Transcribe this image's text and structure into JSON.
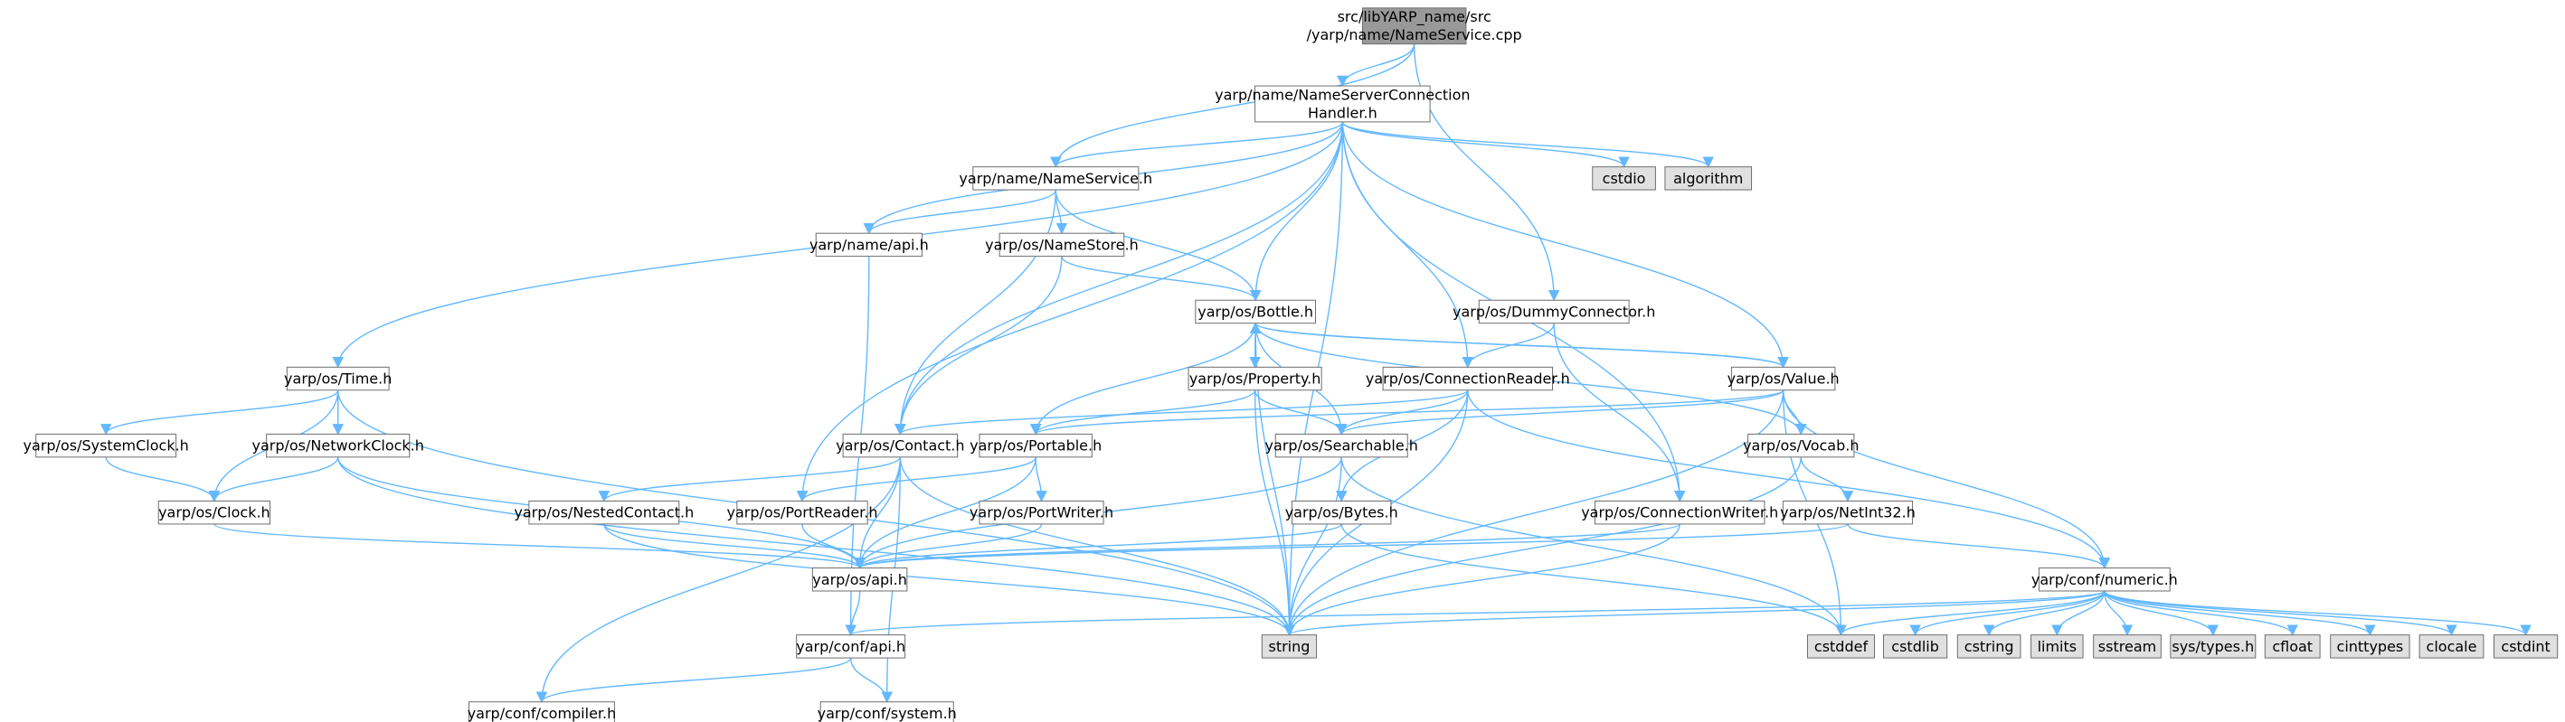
{
  "colors": {
    "root_fill": "#999999",
    "normal_fill": "#ffffff",
    "external_fill": "#e0e0e0",
    "border": "#666666",
    "edge": "#63b8ff"
  },
  "nodes": [
    {
      "id": "root",
      "lines": [
        "src/libYARP_name/src",
        "/yarp/name/NameService.cpp"
      ],
      "kind": "root"
    },
    {
      "id": "nsch",
      "lines": [
        "yarp/name/NameServerConnection",
        "Handler.h"
      ],
      "kind": "normal"
    },
    {
      "id": "ns",
      "lines": [
        "yarp/name/NameService.h"
      ],
      "kind": "normal"
    },
    {
      "id": "cstdio",
      "lines": [
        "cstdio"
      ],
      "kind": "external"
    },
    {
      "id": "algorithm",
      "lines": [
        "algorithm"
      ],
      "kind": "external"
    },
    {
      "id": "nameapi",
      "lines": [
        "yarp/name/api.h"
      ],
      "kind": "normal"
    },
    {
      "id": "namestore",
      "lines": [
        "yarp/os/NameStore.h"
      ],
      "kind": "normal"
    },
    {
      "id": "bottle",
      "lines": [
        "yarp/os/Bottle.h"
      ],
      "kind": "normal"
    },
    {
      "id": "dummy",
      "lines": [
        "yarp/os/DummyConnector.h"
      ],
      "kind": "normal"
    },
    {
      "id": "time",
      "lines": [
        "yarp/os/Time.h"
      ],
      "kind": "normal"
    },
    {
      "id": "property",
      "lines": [
        "yarp/os/Property.h"
      ],
      "kind": "normal"
    },
    {
      "id": "connreader",
      "lines": [
        "yarp/os/ConnectionReader.h"
      ],
      "kind": "normal"
    },
    {
      "id": "value",
      "lines": [
        "yarp/os/Value.h"
      ],
      "kind": "normal"
    },
    {
      "id": "sysclock",
      "lines": [
        "yarp/os/SystemClock.h"
      ],
      "kind": "normal"
    },
    {
      "id": "netclock",
      "lines": [
        "yarp/os/NetworkClock.h"
      ],
      "kind": "normal"
    },
    {
      "id": "contact",
      "lines": [
        "yarp/os/Contact.h"
      ],
      "kind": "normal"
    },
    {
      "id": "portable",
      "lines": [
        "yarp/os/Portable.h"
      ],
      "kind": "normal"
    },
    {
      "id": "searchable",
      "lines": [
        "yarp/os/Searchable.h"
      ],
      "kind": "normal"
    },
    {
      "id": "vocab",
      "lines": [
        "yarp/os/Vocab.h"
      ],
      "kind": "normal"
    },
    {
      "id": "clock",
      "lines": [
        "yarp/os/Clock.h"
      ],
      "kind": "normal"
    },
    {
      "id": "nested",
      "lines": [
        "yarp/os/NestedContact.h"
      ],
      "kind": "normal"
    },
    {
      "id": "portreader",
      "lines": [
        "yarp/os/PortReader.h"
      ],
      "kind": "normal"
    },
    {
      "id": "portwriter",
      "lines": [
        "yarp/os/PortWriter.h"
      ],
      "kind": "normal"
    },
    {
      "id": "bytes",
      "lines": [
        "yarp/os/Bytes.h"
      ],
      "kind": "normal"
    },
    {
      "id": "connwriter",
      "lines": [
        "yarp/os/ConnectionWriter.h"
      ],
      "kind": "normal"
    },
    {
      "id": "netint",
      "lines": [
        "yarp/os/NetInt32.h"
      ],
      "kind": "normal"
    },
    {
      "id": "osapi",
      "lines": [
        "yarp/os/api.h"
      ],
      "kind": "normal"
    },
    {
      "id": "numeric",
      "lines": [
        "yarp/conf/numeric.h"
      ],
      "kind": "normal"
    },
    {
      "id": "confapi",
      "lines": [
        "yarp/conf/api.h"
      ],
      "kind": "normal"
    },
    {
      "id": "string",
      "lines": [
        "string"
      ],
      "kind": "external"
    },
    {
      "id": "cstddef",
      "lines": [
        "cstddef"
      ],
      "kind": "external"
    },
    {
      "id": "cstdlib",
      "lines": [
        "cstdlib"
      ],
      "kind": "external"
    },
    {
      "id": "cstring",
      "lines": [
        "cstring"
      ],
      "kind": "external"
    },
    {
      "id": "limits",
      "lines": [
        "limits"
      ],
      "kind": "external"
    },
    {
      "id": "sstream",
      "lines": [
        "sstream"
      ],
      "kind": "external"
    },
    {
      "id": "systypes",
      "lines": [
        "sys/types.h"
      ],
      "kind": "external"
    },
    {
      "id": "cfloat",
      "lines": [
        "cfloat"
      ],
      "kind": "external"
    },
    {
      "id": "cinttypes",
      "lines": [
        "cinttypes"
      ],
      "kind": "external"
    },
    {
      "id": "clocale",
      "lines": [
        "clocale"
      ],
      "kind": "external"
    },
    {
      "id": "cstdint",
      "lines": [
        "cstdint"
      ],
      "kind": "external"
    },
    {
      "id": "compiler",
      "lines": [
        "yarp/conf/compiler.h"
      ],
      "kind": "normal"
    },
    {
      "id": "system",
      "lines": [
        "yarp/conf/system.h"
      ],
      "kind": "normal"
    }
  ],
  "edges": [
    [
      "root",
      "nsch"
    ],
    [
      "root",
      "ns"
    ],
    [
      "root",
      "dummy"
    ],
    [
      "nsch",
      "ns"
    ],
    [
      "nsch",
      "cstdio"
    ],
    [
      "nsch",
      "algorithm"
    ],
    [
      "nsch",
      "nameapi"
    ],
    [
      "nsch",
      "bottle"
    ],
    [
      "nsch",
      "time"
    ],
    [
      "nsch",
      "connreader"
    ],
    [
      "nsch",
      "value"
    ],
    [
      "nsch",
      "contact"
    ],
    [
      "nsch",
      "portreader"
    ],
    [
      "nsch",
      "connwriter"
    ],
    [
      "nsch",
      "string"
    ],
    [
      "ns",
      "nameapi"
    ],
    [
      "ns",
      "namestore"
    ],
    [
      "ns",
      "bottle"
    ],
    [
      "ns",
      "contact"
    ],
    [
      "nameapi",
      "confapi"
    ],
    [
      "namestore",
      "bottle"
    ],
    [
      "namestore",
      "contact"
    ],
    [
      "bottle",
      "property"
    ],
    [
      "bottle",
      "value"
    ],
    [
      "bottle",
      "portable"
    ],
    [
      "bottle",
      "searchable"
    ],
    [
      "bottle",
      "vocab"
    ],
    [
      "bottle",
      "string"
    ],
    [
      "property",
      "bottle"
    ],
    [
      "property",
      "portable"
    ],
    [
      "property",
      "searchable"
    ],
    [
      "property",
      "string"
    ],
    [
      "value",
      "bottle"
    ],
    [
      "value",
      "portable"
    ],
    [
      "value",
      "searchable"
    ],
    [
      "value",
      "vocab"
    ],
    [
      "value",
      "numeric"
    ],
    [
      "value",
      "string"
    ],
    [
      "value",
      "cstddef"
    ],
    [
      "dummy",
      "connreader"
    ],
    [
      "dummy",
      "connwriter"
    ],
    [
      "connreader",
      "contact"
    ],
    [
      "connreader",
      "searchable"
    ],
    [
      "connreader",
      "bytes"
    ],
    [
      "connreader",
      "numeric"
    ],
    [
      "connreader",
      "string"
    ],
    [
      "time",
      "sysclock"
    ],
    [
      "time",
      "netclock"
    ],
    [
      "time",
      "clock"
    ],
    [
      "time",
      "string"
    ],
    [
      "sysclock",
      "clock"
    ],
    [
      "netclock",
      "clock"
    ],
    [
      "netclock",
      "osapi"
    ],
    [
      "netclock",
      "string"
    ],
    [
      "clock",
      "osapi"
    ],
    [
      "contact",
      "nested"
    ],
    [
      "contact",
      "osapi"
    ],
    [
      "contact",
      "string"
    ],
    [
      "contact",
      "compiler"
    ],
    [
      "contact",
      "system"
    ],
    [
      "nested",
      "osapi"
    ],
    [
      "nested",
      "string"
    ],
    [
      "portable",
      "portreader"
    ],
    [
      "portable",
      "portwriter"
    ],
    [
      "portable",
      "osapi"
    ],
    [
      "portreader",
      "osapi"
    ],
    [
      "portwriter",
      "osapi"
    ],
    [
      "searchable",
      "osapi"
    ],
    [
      "searchable",
      "string"
    ],
    [
      "searchable",
      "cstddef"
    ],
    [
      "bytes",
      "osapi"
    ],
    [
      "bytes",
      "cstddef"
    ],
    [
      "vocab",
      "netint"
    ],
    [
      "vocab",
      "string"
    ],
    [
      "netint",
      "osapi"
    ],
    [
      "netint",
      "numeric"
    ],
    [
      "connwriter",
      "osapi"
    ],
    [
      "connwriter",
      "string"
    ],
    [
      "osapi",
      "confapi"
    ],
    [
      "confapi",
      "compiler"
    ],
    [
      "confapi",
      "system"
    ],
    [
      "numeric",
      "confapi"
    ],
    [
      "numeric",
      "string"
    ],
    [
      "numeric",
      "cstddef"
    ],
    [
      "numeric",
      "cstdlib"
    ],
    [
      "numeric",
      "cstring"
    ],
    [
      "numeric",
      "limits"
    ],
    [
      "numeric",
      "sstream"
    ],
    [
      "numeric",
      "systypes"
    ],
    [
      "numeric",
      "cfloat"
    ],
    [
      "numeric",
      "cinttypes"
    ],
    [
      "numeric",
      "clocale"
    ],
    [
      "numeric",
      "cstdint"
    ]
  ]
}
